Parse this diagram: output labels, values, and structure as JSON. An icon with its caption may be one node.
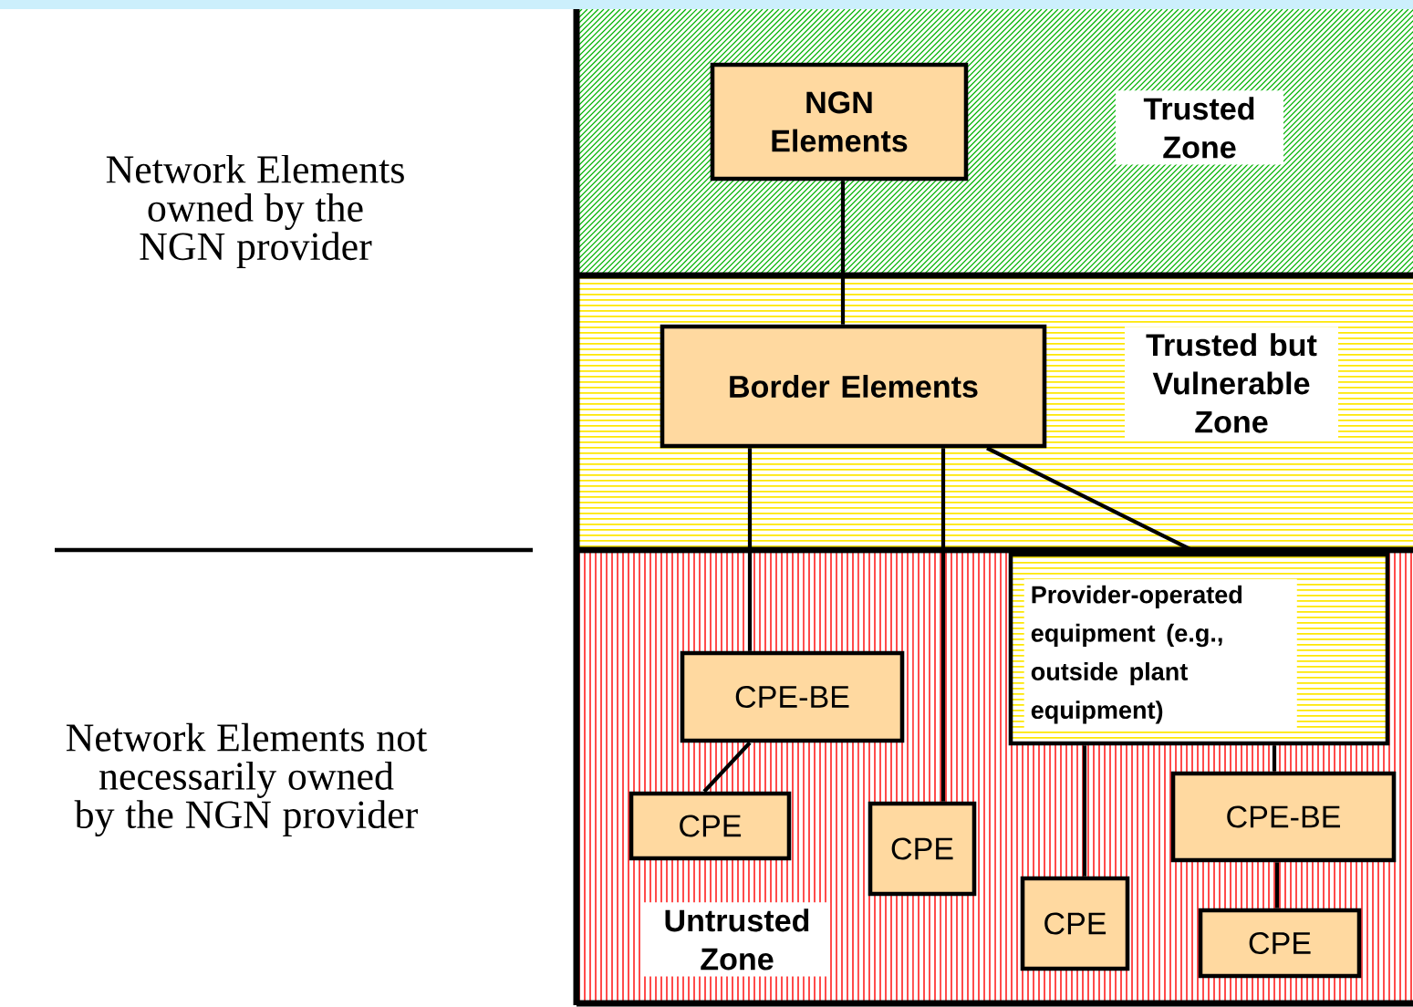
{
  "diagram": {
    "nodes": [
      {
        "text": [
          "Trusted Zone"
        ]
      },
      {
        "text": [
          "NGN Elements"
        ],
        "in": 0
      },
      {
        "text": [
          "Trusted but Vulnerable Zone"
        ]
      },
      {
        "text": [
          "Border Elements"
        ],
        "in": 2
      },
      {
        "text": [
          "Untrusted Zone"
        ]
      },
      {
        "text": [
          "Provider-operated equipment (e.g., outside plant equipment)"
        ],
        "in": 4
      },
      {
        "text": [
          "CPE-BE"
        ],
        "in": 4
      },
      {
        "text": [
          "CPE"
        ],
        "in": 4
      },
      {
        "text": [
          "CPE"
        ],
        "in": 4
      },
      {
        "text": [
          "CPE"
        ],
        "in": 4
      },
      {
        "text": [
          "CPE-BE"
        ],
        "in": 4
      },
      {
        "text": [
          "CPE"
        ],
        "in": 4
      }
    ],
    "edges": [
      {
        "from": 1,
        "to": 3,
        "arrow": "none"
      },
      {
        "from": 3,
        "to": 6,
        "arrow": "none"
      },
      {
        "from": 3,
        "to": 8,
        "arrow": "none"
      },
      {
        "from": 3,
        "to": 5,
        "arrow": "none"
      },
      {
        "from": 6,
        "to": 7,
        "arrow": "none"
      },
      {
        "from": 5,
        "to": 9,
        "arrow": "none"
      },
      {
        "from": 5,
        "to": 10,
        "arrow": "none"
      },
      {
        "from": 10,
        "to": 11,
        "arrow": "none"
      }
    ],
    "labels": [
      "Network Elements owned by the NGN provider",
      "Network Elements not necessarily owned by the NGN provider"
    ]
  }
}
